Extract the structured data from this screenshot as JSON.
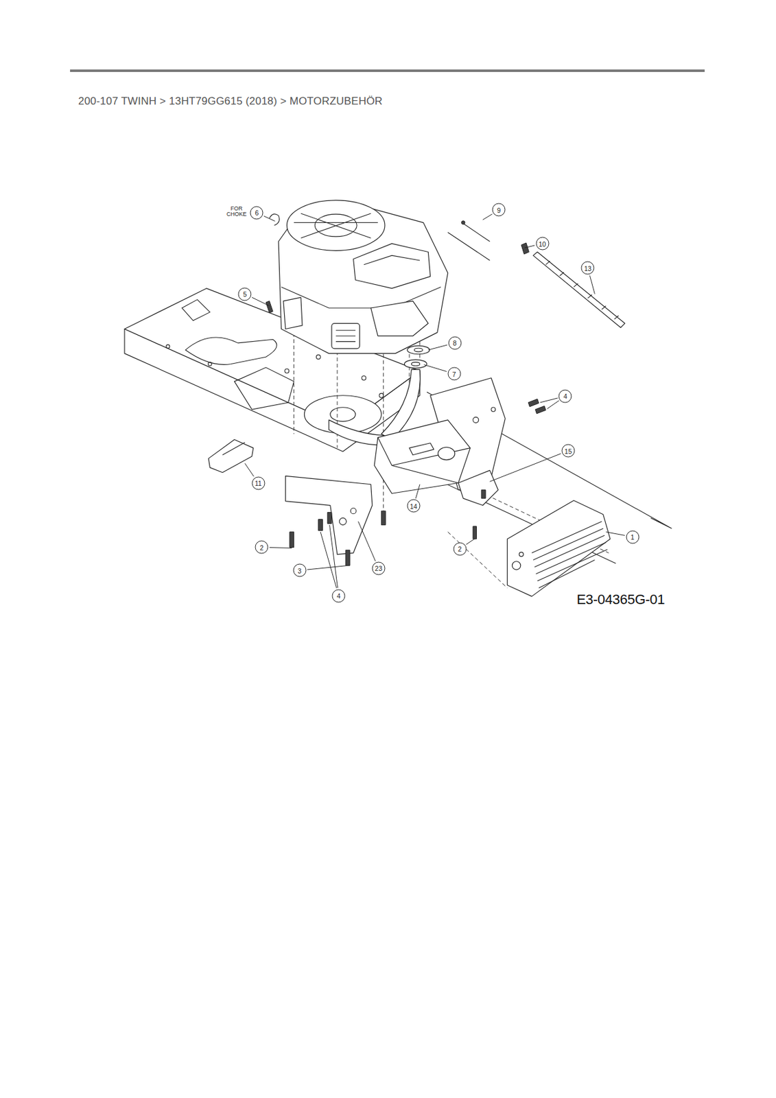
{
  "diagram": {
    "title": "200-107 TWINH  >  13HT79GG615 (2018)  >  MOTORZUBEHÖR",
    "labels": [
      "FOR CHOKE",
      "6",
      "9",
      "10",
      "13",
      "5",
      "8",
      "7",
      "4",
      "15",
      "11",
      "14",
      "2",
      "1",
      "2",
      "3",
      "23",
      "4",
      "E3-04365G-01"
    ]
  }
}
